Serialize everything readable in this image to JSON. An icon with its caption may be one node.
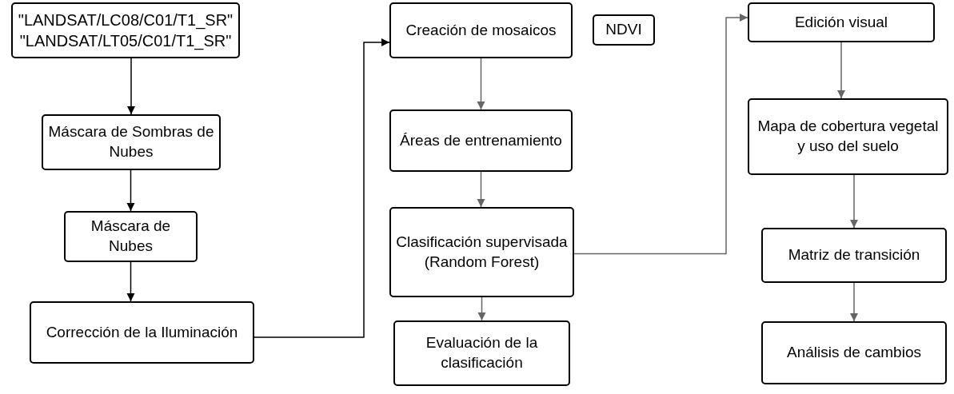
{
  "diagram": {
    "nodes": [
      {
        "text": [
          "\"LANDSAT/LC08/C01/T1_SR\" \"LANDSAT/LT05/C01/T1_SR\""
        ]
      },
      {
        "text": [
          "Máscara de Sombras de Nubes"
        ]
      },
      {
        "text": [
          "Máscara de Nubes"
        ]
      },
      {
        "text": [
          "Corrección de la Iluminación"
        ]
      },
      {
        "text": [
          "Creación de mosaicos"
        ]
      },
      {
        "text": [
          "NDVI"
        ]
      },
      {
        "text": [
          "Áreas de entrenamiento"
        ]
      },
      {
        "text": [
          "Clasificación supervisada (Random Forest)"
        ]
      },
      {
        "text": [
          "Evaluación de la clasificación"
        ]
      },
      {
        "text": [
          "Edición visual"
        ]
      },
      {
        "text": [
          "Mapa de cobertura vegetal y uso del suelo"
        ]
      },
      {
        "text": [
          "Matriz de transición"
        ]
      },
      {
        "text": [
          "Análisis de cambios"
        ]
      }
    ],
    "edges": [
      {
        "from": 0,
        "to": 1,
        "arrow": "to",
        "color": "#000000"
      },
      {
        "from": 1,
        "to": 2,
        "arrow": "to",
        "color": "#000000"
      },
      {
        "from": 2,
        "to": 3,
        "arrow": "to",
        "color": "#000000"
      },
      {
        "from": 3,
        "to": 4,
        "arrow": "to",
        "color": "#000000"
      },
      {
        "from": 4,
        "to": 6,
        "arrow": "to"
      },
      {
        "from": 6,
        "to": 7,
        "arrow": "to"
      },
      {
        "from": 7,
        "to": 8,
        "arrow": "to"
      },
      {
        "from": 7,
        "to": 9,
        "arrow": "to"
      },
      {
        "from": 9,
        "to": 10,
        "arrow": "to"
      },
      {
        "from": 10,
        "to": 11,
        "arrow": "to"
      },
      {
        "from": 11,
        "to": 12,
        "arrow": "to"
      }
    ]
  }
}
